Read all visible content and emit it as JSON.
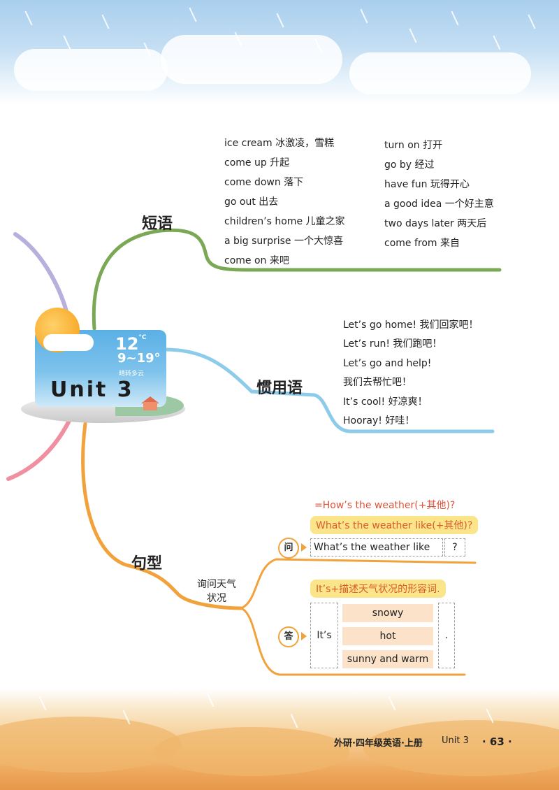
{
  "hub": {
    "title": "Unit 3",
    "temp_now": "12",
    "temp_unit": "°C",
    "temp_range": "9~19°",
    "weather_desc": "晴转多云"
  },
  "branches": {
    "phrases": {
      "title": "短语",
      "left": [
        "ice cream 冰激凌，雪糕",
        "come up 升起",
        "come down 落下",
        "go out 出去",
        "children’s home 儿童之家",
        "a big surprise 一个大惊喜",
        "come on 来吧"
      ],
      "right": [
        "turn on 打开",
        "go by 经过",
        "have fun 玩得开心",
        "a good idea 一个好主意",
        "two days later 两天后",
        "come from 来自"
      ]
    },
    "idioms": {
      "title": "惯用语",
      "items": [
        "Let’s go home! 我们回家吧！",
        "Let’s run! 我们跑吧！",
        "Let’s go and help!",
        "我们去帮忙吧！",
        "It’s cool! 好凉爽！",
        "Hooray! 好哇！"
      ]
    },
    "sentences": {
      "title": "句型",
      "topic": "询问天气状况",
      "topic_line1": "询问天气",
      "topic_line2": "状况",
      "ask": {
        "badge": "问",
        "note": "=How’s the weather(+其他)?",
        "alt": "What’s the weather like(+其他)?",
        "question": "What’s the weather like",
        "question_mark": "?"
      },
      "answer": {
        "badge": "答",
        "hint": "It’s+描述天气状况的形容词.",
        "subject": "It’s",
        "options": [
          "snowy",
          "hot",
          "sunny and warm"
        ],
        "period": "."
      }
    }
  },
  "footer": {
    "book": "外研·四年级英语·上册",
    "unit": "Unit 3",
    "page": "· 63 ·"
  },
  "colors": {
    "phrases_branch": "#7aa855",
    "idioms_branch": "#8ccbea",
    "sentences_branch": "#f2a23a",
    "purple_branch": "#b7b0dc",
    "pink_branch": "#f08fa0",
    "note_red": "#e0533a",
    "highlight_yellow": "#fbe58a"
  }
}
